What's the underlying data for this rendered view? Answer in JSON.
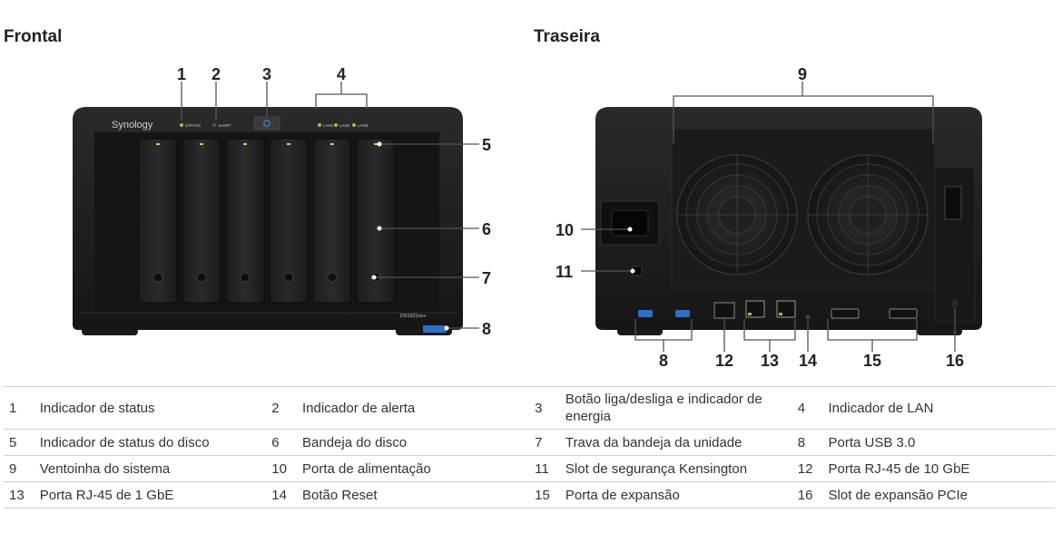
{
  "front": {
    "title": "Frontal",
    "brand": "Synology",
    "model": "DS1621xs+",
    "led_labels": [
      "STATUS",
      "ALERT",
      "LAN1",
      "LAN2",
      "LAN3"
    ],
    "callouts": [
      "1",
      "2",
      "3",
      "4",
      "5",
      "6",
      "7",
      "8"
    ]
  },
  "rear": {
    "title": "Traseira",
    "callouts": [
      "9",
      "10",
      "11",
      "8",
      "12",
      "13",
      "14",
      "15",
      "16"
    ]
  },
  "legend": {
    "rows": [
      [
        {
          "num": "1",
          "text": "Indicador de status"
        },
        {
          "num": "2",
          "text": "Indicador de alerta"
        },
        {
          "num": "3",
          "text": "Botão liga/desliga e indicador de energia"
        },
        {
          "num": "4",
          "text": "Indicador de LAN"
        }
      ],
      [
        {
          "num": "5",
          "text": "Indicador de status do disco"
        },
        {
          "num": "6",
          "text": "Bandeja do disco"
        },
        {
          "num": "7",
          "text": "Trava da bandeja da unidade"
        },
        {
          "num": "8",
          "text": "Porta USB 3.0"
        }
      ],
      [
        {
          "num": "9",
          "text": "Ventoinha do sistema"
        },
        {
          "num": "10",
          "text": "Porta de alimentação"
        },
        {
          "num": "11",
          "text": "Slot de segurança Kensington"
        },
        {
          "num": "12",
          "text": "Porta RJ-45 de 10 GbE"
        }
      ],
      [
        {
          "num": "13",
          "text": "Porta RJ-45 de 1 GbE"
        },
        {
          "num": "14",
          "text": "Botão Reset"
        },
        {
          "num": "15",
          "text": "Porta de expansão"
        },
        {
          "num": "16",
          "text": "Slot de expansão PCIe"
        }
      ]
    ]
  }
}
